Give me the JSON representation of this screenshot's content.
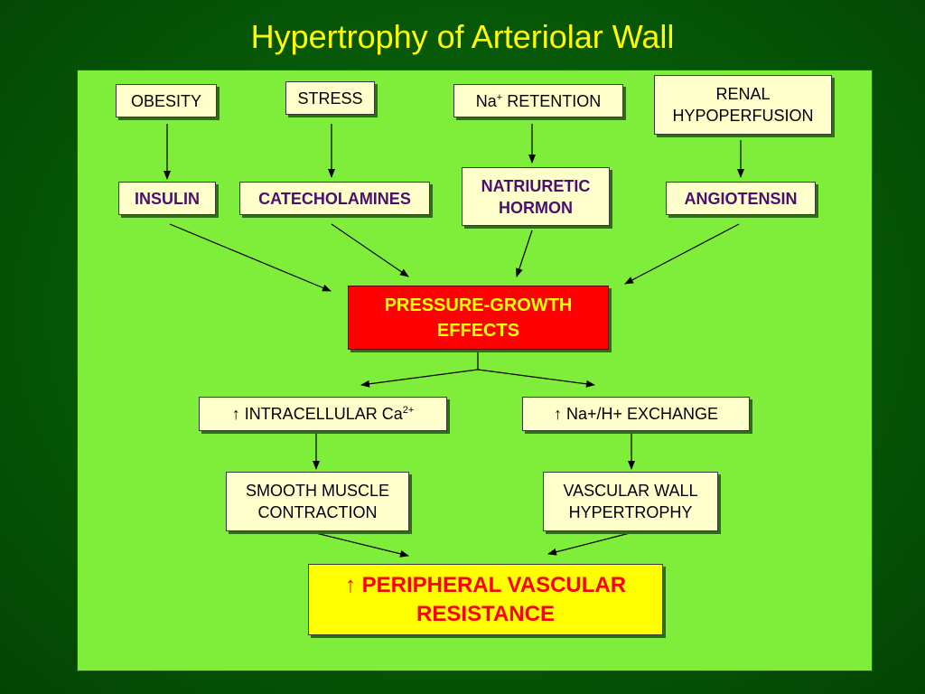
{
  "title": "Hypertrophy of Arteriolar Wall",
  "sources": {
    "obesity": "OBESITY",
    "stress": "STRESS",
    "na_retention_base": "Na",
    "na_retention_sup": "+",
    "na_retention_rest": " RETENTION",
    "renal_line1": "RENAL",
    "renal_line2": "HYPOPERFUSION"
  },
  "mediators": {
    "insulin": "INSULIN",
    "catecholamines": "CATECHOLAMINES",
    "natriuretic_line1": "NATRIURETIC",
    "natriuretic_line2": "HORMON",
    "angiotensin": "ANGIOTENSIN"
  },
  "central": {
    "line1": "PRESSURE-GROWTH",
    "line2": "EFFECTS"
  },
  "branches": {
    "up_arrow": "↑",
    "calcium_text": " INTRACELLULAR Ca",
    "calcium_sup": "2+",
    "exchange_text": " Na+/H+  EXCHANGE"
  },
  "outcomes": {
    "smooth_line1": "SMOOTH MUSCLE",
    "smooth_line2": "CONTRACTION",
    "vascular_line1": "VASCULAR WALL",
    "vascular_line2": "HYPERTROPHY"
  },
  "result": {
    "up_arrow": "↑",
    "line1": " PERIPHERAL VASCULAR",
    "line2": "RESISTANCE"
  },
  "colors": {
    "background": "#055205",
    "panel": "#7fee3a",
    "title": "#ffff00",
    "box": "#ffffcc",
    "mediator_text": "#4b0f6e",
    "central_box": "#ff0000",
    "central_text": "#ffff00",
    "result_box": "#ffff00",
    "result_text": "#ff0000"
  }
}
